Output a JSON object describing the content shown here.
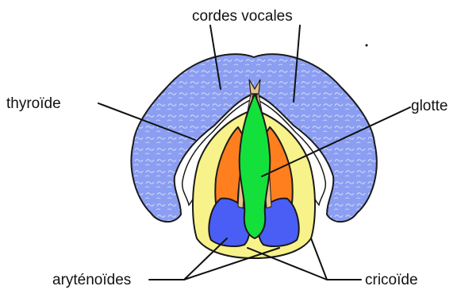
{
  "labels": {
    "cordes_vocales": "cordes vocales",
    "thyroide": "thyroïde",
    "glotte": "glotte",
    "arytenoides": "aryténoïdes",
    "cricoide": "cricoïde"
  },
  "colors": {
    "thyroid": "#8b9ef2",
    "thyroid_texture": "#c9d3f7",
    "cricoid_yellow": "#f7f28a",
    "fold_orange": "#ff7f1f",
    "glottis_green": "#14e03c",
    "arytenoid_blue": "#4a5ef5",
    "cord_tan": "#e8c48a",
    "line": "#111111"
  }
}
